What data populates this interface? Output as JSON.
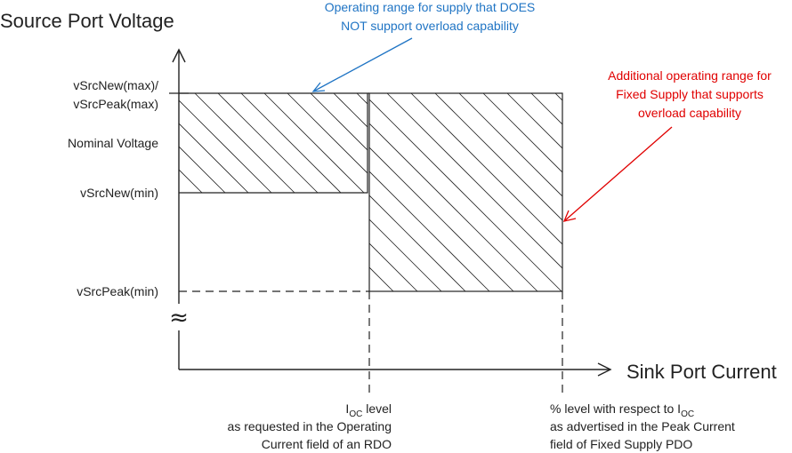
{
  "axes": {
    "y_title": "Source Port Voltage",
    "x_title": "Sink Port Current",
    "break_symbol": "≈"
  },
  "y_labels": {
    "max_line1": "vSrcNew(max)/",
    "max_line2": "vSrcPeak(max)",
    "nominal": "Nominal Voltage",
    "new_min": "vSrcNew(min)",
    "peak_min": "vSrcPeak(min)"
  },
  "annotations": {
    "no_overload_line1": "Operating range for supply that DOES",
    "no_overload_line2": "NOT support overload capability",
    "overload_line1": "Additional operating range for",
    "overload_line2": "Fixed Supply that supports",
    "overload_line3": "overload capability"
  },
  "x_notes": {
    "ioc_main": "I",
    "ioc_sub": "OC",
    "ioc_suffix": " level",
    "ioc_line2": "as requested in the Operating",
    "ioc_line3": "Current field of an RDO",
    "peak_prefix": "% level with respect to I",
    "peak_sub": "OC",
    "peak_line2": "as advertised in the Peak Current",
    "peak_line3": "field of Fixed Supply PDO"
  },
  "colors": {
    "blue": "#1f74c4",
    "red": "#e00000",
    "line": "#222222"
  }
}
